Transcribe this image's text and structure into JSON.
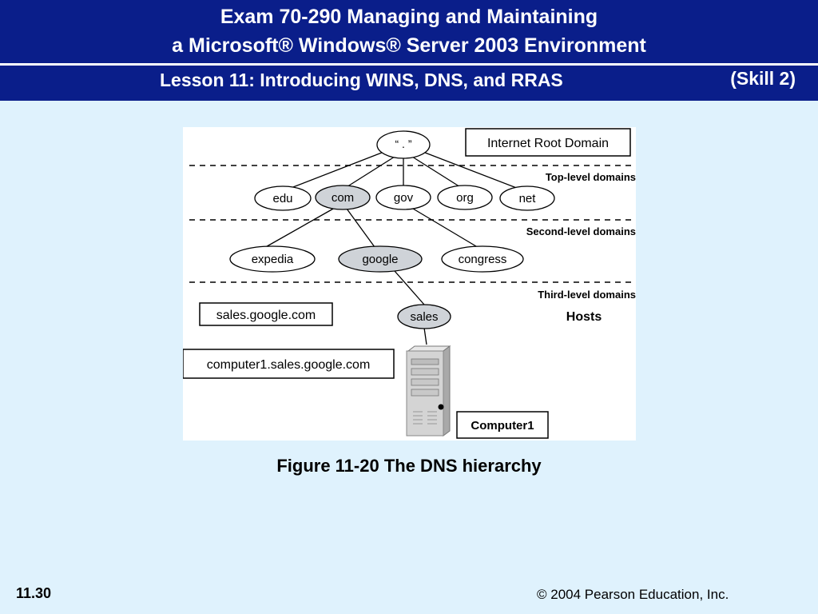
{
  "header": {
    "title_line1": "Exam 70-290  Managing and Maintaining",
    "title_line2": "a Microsoft® Windows® Server 2003 Environment",
    "lesson": "Lesson 11: Introducing WINS, DNS, and RRAS",
    "skill": "(Skill 2)"
  },
  "diagram": {
    "root_label": "“ . ”",
    "root_box": "Internet Root Domain",
    "levels": {
      "top": "Top-level domains",
      "second": "Second-level domains",
      "third": "Third-level domains",
      "hosts": "Hosts"
    },
    "top_level_nodes": [
      "edu",
      "com",
      "gov",
      "org",
      "net"
    ],
    "second_level_nodes": [
      "expedia",
      "google",
      "congress"
    ],
    "host_node": "sales",
    "fqdn_labels": [
      "sales.google.com",
      "computer1.sales.google.com"
    ],
    "computer_label": "Computer1",
    "highlight_color": "#cfd3d8"
  },
  "caption": "Figure 11-20 The DNS hierarchy",
  "footer": {
    "slide_number": "11.30",
    "copyright": "© 2004 Pearson Education, Inc."
  }
}
